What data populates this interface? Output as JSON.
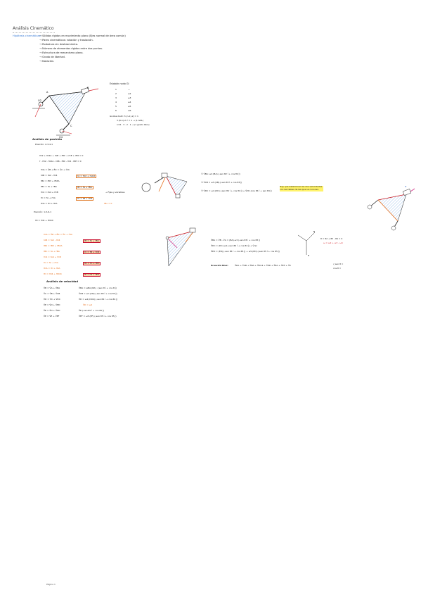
{
  "header": {
    "title": "Análisis Cinemático",
    "hypothesis_label": "Hipótesis cinemáticas:",
    "hypotheses": [
      "→ Sólidos rígidos en movimiento plano (Ejes normal de área común)",
      "→ Pares cinemáticos: rotación y traslación.",
      "→ Rodadura sin deslizamiento.",
      "→ Número de elementos rígidos entre dos puntos.",
      "→ Estructura de mecanismo plano.",
      "→ Grado de libertad.",
      "→ Notación."
    ]
  },
  "top_table": {
    "header": "Eslabón   nodo Gi",
    "rows": [
      [
        "1",
        "—"
      ],
      [
        "2",
        "ω2"
      ],
      [
        "3",
        "ω3"
      ],
      [
        "4",
        "ω4"
      ],
      [
        "5",
        "ω5"
      ],
      [
        "6",
        "ω6"
      ]
    ],
    "gruebler": [
      "Grubler-Kutz:  3·(n-1)-2j = 1",
      "3·(6-1)-2·7 = 1  → (1 GDL)",
      "n=6 · 3 · 2 · 1  → (1 grado libre)"
    ]
  },
  "position": {
    "title": "Análisis de posición",
    "subtitle": "Posición:  2-3-4-1",
    "equations": [
      "r̄OA = ĀB + B̄C = ĀC + ĈO₂",
      "r̄AB = r̄A2 - r̄O4",
      "r̄B2 = r̄B3 + r̄B3A",
      "r̄BC = r̄A + r̄BA",
      "r̄C4 = r̄A4 + r̄CB",
      "r̄C = r̄A + r̄CA",
      "r̄DA = r̄D + r̄DA",
      "r̄D = r̄O4 + r̄DO4"
    ],
    "boxed": [
      "r̄A = r̄O2 + r̄AO2",
      "r̄B = r̄A + r̄BA",
      "r̄C = r̄B + r̄CB",
      "r̄D = r̄C + r̄DC",
      "r̄E = r̄D + r̄ED"
    ],
    "note": "→ Fijas y variables",
    "result": "r̄Bo = 0",
    "subtitle2": "Posición:  1-5-6-1",
    "loop": "r̄O2 + r̄O2A + r̄AB + r̄BC + r̄CE + r̄E6 = 0",
    "loop2": "r̄ - r̄O2 - r̄O2A - r̄AB - r̄BC - r̄C6 - r̄6E = 0"
  },
  "velocity": {
    "title": "Análisis de velocidad",
    "rows": [
      [
        "V̄B = V̄A + V̄BA",
        "V̄BA = ω̄BA·(BA) ; (sen θ·î + cos θ·ĵ)"
      ],
      [
        "V̄C = V̄B + V̄CB",
        "V̄CB = ω3·(CB)·(-sen θ3·î + cos θ3·ĵ)"
      ],
      [
        "V̄D = V̄C + V̄DC",
        "V̄D = ω4·(DO4)·(-sen θ4 î + cos θ4 ĵ)"
      ],
      [
        "V̄E = V̄D + V̄ED",
        "V̄D = ω4"
      ],
      [
        "V̄E = V̄D + V̄ED",
        "V̄E·(-sen θ5 î + cos θ5 ĵ)"
      ],
      [
        "V̄E = V̄E + V̄EF",
        "V̄EF = ω5·(EF)·(-sen θ5 î + cos θ5 ĵ)"
      ]
    ]
  },
  "middle": {
    "eq1": "① V̄BA: ω2·(BA)·(-sen θ2 î + cos θ2 ĵ)",
    "eq2": "② V̄CB = ω3·(CB)·(-sen θ3 î + cos θ3 ĵ)",
    "eq3": "③ V̄DC = ω4·(DC)·(-sen θ4 î + cos θ4 ĵ) + V̄DC·(cos θ4 î + sen θ4 ĵ)",
    "note": "Hay que determinar las dos velocidades con las tablas de las que se conocen.",
    "eq4": "V̄BA = V̄B - V̄A = (BA)·ω3·(-sen θ3 î + cos θ3 ĵ)",
    "eq5": "V̄DC = (DC)·ω4·(-sen θ4 î + cos θ4 ĵ) + V̄rel",
    "eq6": "V̄ED = (ED)·(-sen θ5 î + cos θ5 ĵ) + ω5·(ED)·(-sen θ5 î + cos θ5 ĵ)",
    "final_label": "Ecuación final:",
    "final_eq": "V̄DA + V̄CB + V̄BA + V̄DC4 + V̄ED + V̄EA + V̄EF + V̄C",
    "right_eq1": "θ = θ2 + θ3 - θ4 = 0",
    "right_eq2": "ω = ω2 + ω3 - ω4",
    "right_sys1": "{ sen θ =",
    "right_sys2": "  cos θ ="
  },
  "labels": {
    "O2": "O2",
    "A": "A",
    "B": "B",
    "C": "C",
    "D": "D",
    "O4": "O4",
    "E": "E"
  },
  "footer": "Página 1"
}
